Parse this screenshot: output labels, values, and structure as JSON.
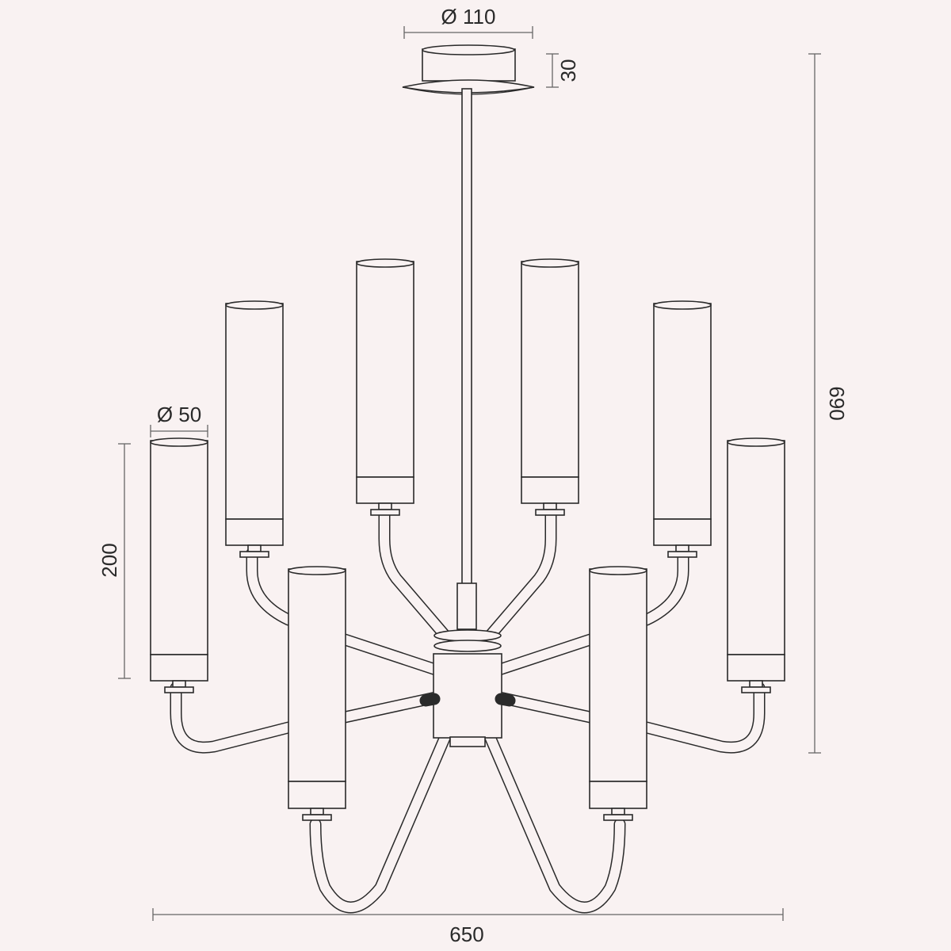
{
  "colors": {
    "background": "#f9f2f2",
    "line": "#2a2a2a",
    "dimension_line": "#666666"
  },
  "dimensions": {
    "canopy_diameter": "Ø 110",
    "canopy_height": "30",
    "total_height": "690",
    "shade_diameter": "Ø 50",
    "shade_height": "200",
    "total_width": "650"
  }
}
